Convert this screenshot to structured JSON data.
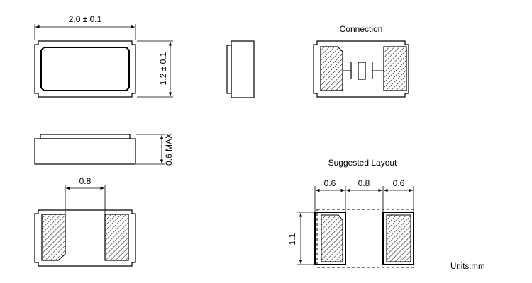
{
  "top_view": {
    "width_dim": "2.0 ± 0.1",
    "height_dim": "1.2 ± 0.1"
  },
  "front_view": {
    "height_dim": "0.6 MAX"
  },
  "bottom_view": {
    "pad_gap_dim": "0.8"
  },
  "connection": {
    "title": "Connection"
  },
  "suggested_layout": {
    "title": "Suggested Layout",
    "pad_width_left": "0.6",
    "gap": "0.8",
    "pad_width_right": "0.6",
    "pad_height": "1.1"
  },
  "units": "Units:mm"
}
